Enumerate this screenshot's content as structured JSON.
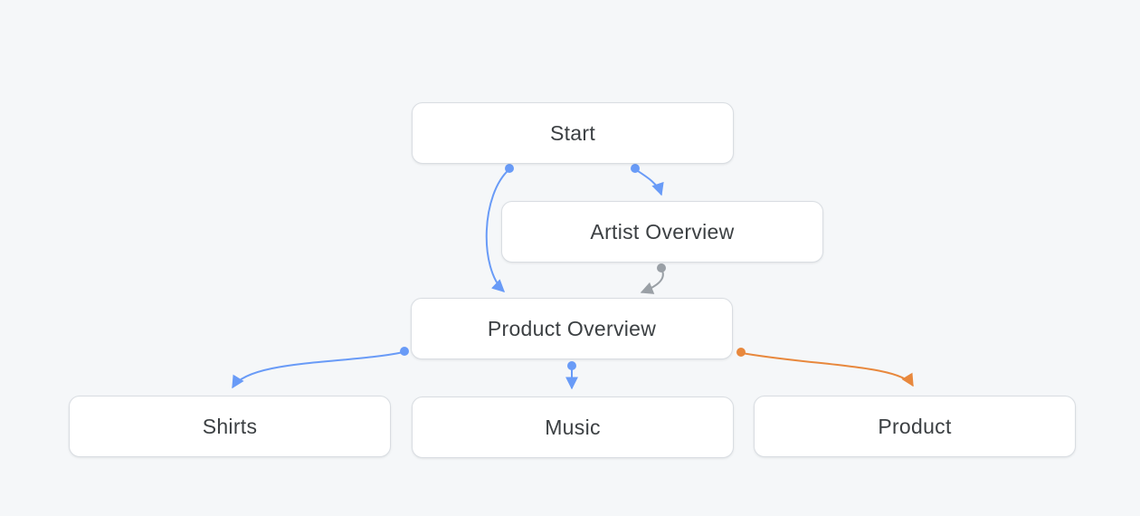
{
  "diagram": {
    "nodes": [
      {
        "id": "start",
        "label": "Start"
      },
      {
        "id": "artist-overview",
        "label": "Artist Overview"
      },
      {
        "id": "product-overview",
        "label": "Product Overview"
      },
      {
        "id": "shirts",
        "label": "Shirts"
      },
      {
        "id": "music",
        "label": "Music"
      },
      {
        "id": "product",
        "label": "Product"
      }
    ],
    "edges": [
      {
        "from": "Start",
        "to": "Artist Overview",
        "color": "#699bf7"
      },
      {
        "from": "Start",
        "to": "Product Overview",
        "color": "#699bf7"
      },
      {
        "from": "Artist Overview",
        "to": "Product Overview",
        "color": "#9aa0a6"
      },
      {
        "from": "Product Overview",
        "to": "Shirts",
        "color": "#699bf7"
      },
      {
        "from": "Product Overview",
        "to": "Music",
        "color": "#699bf7"
      },
      {
        "from": "Product Overview",
        "to": "Product",
        "color": "#e8883d"
      }
    ],
    "colors": {
      "edge_blue": "#699bf7",
      "edge_gray": "#9aa0a6",
      "edge_orange": "#e8883d",
      "node_background": "#ffffff",
      "node_border": "#d9dde2",
      "node_text": "#3c4043",
      "canvas_background": "#f5f7f9"
    }
  }
}
